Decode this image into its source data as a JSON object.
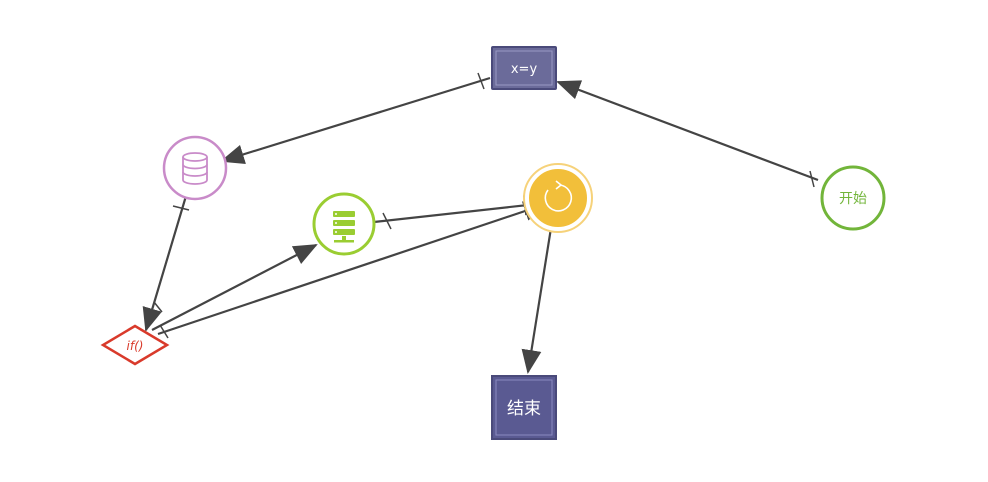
{
  "diagram": {
    "nodes": {
      "assign": {
        "label": "x=y",
        "kind": "process"
      },
      "start": {
        "label": "开始",
        "kind": "start"
      },
      "db": {
        "label": "",
        "kind": "database",
        "icon": "database-icon"
      },
      "server": {
        "label": "",
        "kind": "server",
        "icon": "server-icon"
      },
      "sync": {
        "label": "",
        "kind": "loop",
        "icon": "refresh-icon"
      },
      "cond": {
        "label": "if()",
        "kind": "decision"
      },
      "end": {
        "label": "结束",
        "kind": "end"
      }
    },
    "edges": [
      {
        "from": "start",
        "to": "assign"
      },
      {
        "from": "assign",
        "to": "db"
      },
      {
        "from": "db",
        "to": "cond"
      },
      {
        "from": "cond",
        "to": "server"
      },
      {
        "from": "cond",
        "to": "sync"
      },
      {
        "from": "server",
        "to": "sync"
      },
      {
        "from": "sync",
        "to": "end"
      }
    ],
    "colors": {
      "edge": "#444444",
      "process_fill": "#6b6b9a",
      "process_border": "#4a4a7a",
      "start": "#72b53a",
      "db": "#c98bc9",
      "server": "#9acd32",
      "sync": "#f2bf3a",
      "decision": "#d93a2b",
      "end_fill": "#5a5a92"
    }
  }
}
